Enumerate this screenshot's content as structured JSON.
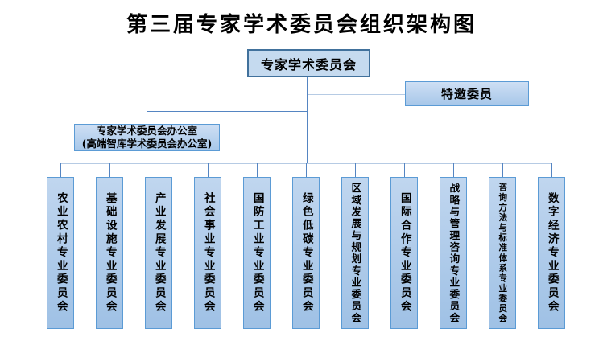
{
  "title": "第三届专家学术委员会组织架构图",
  "root": {
    "label": "专家学术委员会"
  },
  "invited": {
    "label": "特邀委员"
  },
  "office": {
    "line1": "专家学术委员会办公室",
    "line2": "(高端智库学术委员会办公室)"
  },
  "committees": [
    {
      "label": "农业农村专业委员会"
    },
    {
      "label": "基础设施专业委员会"
    },
    {
      "label": "产业发展专业委员会"
    },
    {
      "label": "社会事业专业委员会"
    },
    {
      "label": "国防工业专业委员会"
    },
    {
      "label": "绿色低碳专业委员会"
    },
    {
      "label": "区域发展与规划专业委员会"
    },
    {
      "label": "国际合作专业委员会"
    },
    {
      "label": "战略与管理咨询专业委员会"
    },
    {
      "label": "咨询方法与标准体系专业委员会"
    },
    {
      "label": "数字经济专业委员会"
    }
  ],
  "colors": {
    "main_fill": "#C5DAEF",
    "main_border": "#41719C",
    "box_border": "#5B9BD5",
    "fill_top": "#CEDFF4",
    "fill_bottom": "#A7C7E9",
    "col_fill_top": "#C0D6EF",
    "col_fill_bottom": "#9FC1E5",
    "line_strong": "#5585C2",
    "line_light": "#B6CBE4",
    "text": "#000000",
    "background": "#FFFFFF"
  }
}
